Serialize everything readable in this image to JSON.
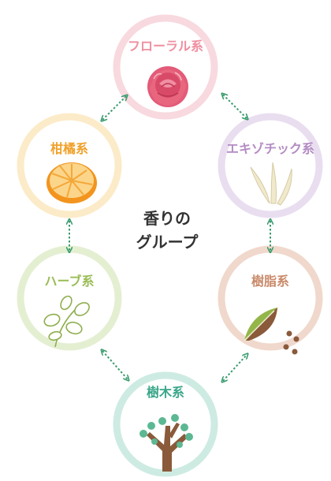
{
  "center": {
    "line1": "香りの",
    "line2": "グループ"
  },
  "groups": [
    {
      "label": "フローラル系",
      "color": "#ef8fa0",
      "ring": "#f8d9df",
      "icon": "rose-icon"
    },
    {
      "label": "エキゾチック系",
      "color": "#b48cc4",
      "ring": "#e9def0",
      "icon": "exotic-leaves-icon"
    },
    {
      "label": "樹脂系",
      "color": "#c98a6a",
      "ring": "#f0d8cc",
      "icon": "resin-leaf-icon"
    },
    {
      "label": "樹木系",
      "color": "#39a689",
      "ring": "#cdebe2",
      "icon": "tree-icon"
    },
    {
      "label": "ハーブ系",
      "color": "#9bbd57",
      "ring": "#e4efd2",
      "icon": "herb-leaf-icon"
    },
    {
      "label": "柑橘系",
      "color": "#f0a12a",
      "ring": "#fcebc8",
      "icon": "orange-slice-icon"
    }
  ],
  "connector_color": "#3a9c6e"
}
